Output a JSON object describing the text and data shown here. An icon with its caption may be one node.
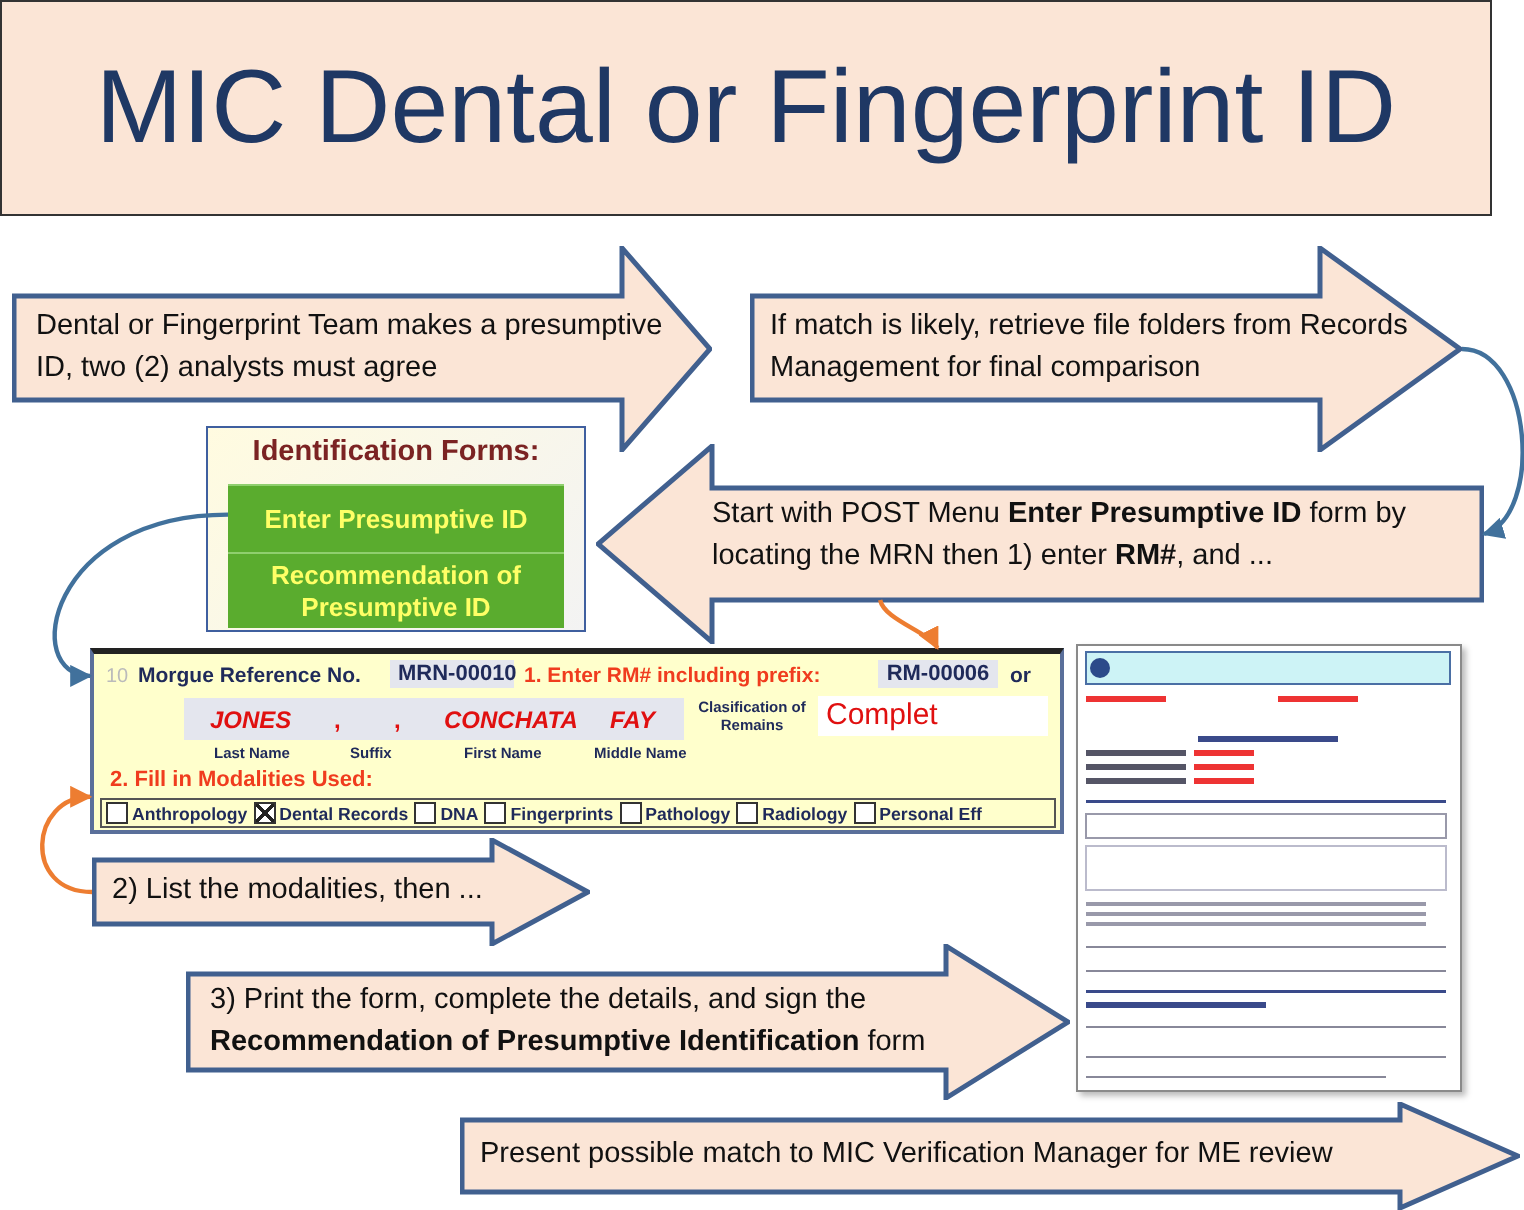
{
  "diagram": {
    "title": "MIC Dental or Fingerprint ID",
    "nodes": [
      {
        "text": [
          "Dental or Fingerprint Team makes a presumptive ID, two (2) analysts must agree"
        ]
      },
      {
        "text": [
          "If match is likely, retrieve file folders from Records Management for final comparison"
        ]
      },
      {
        "text": [
          "Identification Forms:"
        ]
      },
      {
        "text": [
          "Enter Presumptive ID"
        ],
        "in": 2
      },
      {
        "text": [
          "Recommendation of Presumptive ID"
        ],
        "in": 2
      },
      {
        "text": [
          "Start with POST Menu **Enter Presumptive ID** form by locating the MRN then 1) enter **RM#**, and ..."
        ]
      },
      {
        "text": [
          "10",
          "Morgue Reference No.",
          "MRN-00010",
          "1. Enter RM# including prefix:",
          "RM-00006",
          "or",
          "JONES",
          ",",
          ",",
          "CONCHATA",
          "FAY",
          "Clasification of Remains",
          "Complet",
          "Last Name",
          "Suffix",
          "First Name",
          "Middle Name",
          "2. Fill in Modalities Used:",
          "Anthropology",
          "Dental Records",
          "DNA",
          "Fingerprints",
          "Pathology",
          "Radiology",
          "Personal Eff"
        ]
      },
      {
        "text": [
          "2) List the modalities, then ..."
        ]
      },
      {
        "text": [
          "3) Print the form, complete the details, and sign the **Recommendation of Presumptive Identification** form"
        ]
      },
      {
        "text": [],
        "shape": "picture"
      },
      {
        "text": [
          "Present possible match to MIC Verification Manager for ME review"
        ]
      }
    ],
    "edges": [
      {
        "from": 1,
        "to": 5,
        "arrow": "to",
        "color": "#41719c"
      },
      {
        "from": 3,
        "to": 6,
        "arrow": "to",
        "color": "#41719c"
      },
      {
        "from": 5,
        "to": 6,
        "arrow": "to",
        "color": "#ed7d31"
      },
      {
        "from": 7,
        "to": 6,
        "arrow": "to",
        "color": "#ed7d31"
      }
    ]
  }
}
